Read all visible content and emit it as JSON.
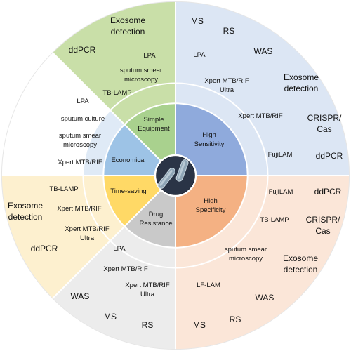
{
  "colors": {
    "simple_equipment": "#c9dfa8",
    "high_sensitivity": "#dce6f4",
    "high_specificity": "#fbe6d8",
    "drug_resistance": "#ececec",
    "time_saving": "#fdf0cf",
    "economical": "#dfeaf6",
    "outer_neutral": "#ffffff",
    "core_simple": "#a9d18e",
    "core_sensitivity": "#8faadc",
    "core_specificity": "#f4b183",
    "core_drug": "#c9c9c9",
    "core_time": "#ffd966",
    "core_economical": "#9dc3e6"
  },
  "center_icon": "mycobacterium-tuberculosis-bacilli-icon",
  "categories": {
    "simple_equipment": [
      "Simple",
      "Equipment"
    ],
    "high_sensitivity": [
      "High",
      "Sensitivity"
    ],
    "high_specificity": [
      "High",
      "Specificity"
    ],
    "drug_resistance": [
      "Drug",
      "Resistance"
    ],
    "time_saving": [
      "Time-saving"
    ],
    "economical": [
      "Economical"
    ]
  },
  "methods": {
    "simple_equipment_mid": {
      "lpa": "LPA",
      "smear": [
        "sputum smear",
        "microscopy"
      ],
      "tb_lamp": "TB-LAMP"
    },
    "simple_equipment_outer": {
      "exosome": [
        "Exosome",
        "detection"
      ],
      "ddpcr": "ddPCR"
    },
    "high_sensitivity_mid": {
      "lpa": "LPA",
      "xpert_ultra": [
        "Xpert MTB/RIF",
        "Ultra"
      ],
      "xpert": "Xpert MTB/RIF",
      "fujilam": "FujiLAM"
    },
    "high_sensitivity_outer": {
      "ms": "MS",
      "rs": "RS",
      "was": "WAS",
      "exosome": [
        "Exosome",
        "detection"
      ],
      "crispr": [
        "CRISPR/",
        "Cas"
      ],
      "ddpcr": "ddPCR"
    },
    "high_specificity_mid": {
      "fujilam": "FujiLAM",
      "tb_lamp": "TB-LAMP",
      "smear": [
        "sputum smear",
        "microscopy"
      ],
      "lf_lam": "LF-LAM"
    },
    "high_specificity_outer": {
      "ddpcr": "ddPCR",
      "crispr": [
        "CRISPR/",
        "Cas"
      ],
      "exosome": [
        "Exosome",
        "detection"
      ],
      "was": "WAS",
      "rs": "RS",
      "ms": "MS"
    },
    "drug_resistance_mid": {
      "lpa": "LPA",
      "xpert": "Xpert MTB/RIF",
      "xpert_ultra": [
        "Xpert MTB/RIF",
        "Ultra"
      ]
    },
    "drug_resistance_outer": {
      "was": "WAS",
      "ms": "MS",
      "rs": "RS"
    },
    "time_saving_mid": {
      "tb_lamp": "TB-LAMP",
      "xpert": "Xpert MTB/RIF",
      "xpert_ultra": [
        "Xpert MTB/RIF",
        "Ultra"
      ]
    },
    "time_saving_outer": {
      "exosome": [
        "Exosome",
        "detection"
      ],
      "ddpcr": "ddPCR"
    },
    "economical_mid": {
      "lpa": "LPA",
      "culture": "sputum culture",
      "smear": [
        "sputum smear",
        "microscopy"
      ],
      "xpert": "Xpert MTB/RIF"
    }
  }
}
